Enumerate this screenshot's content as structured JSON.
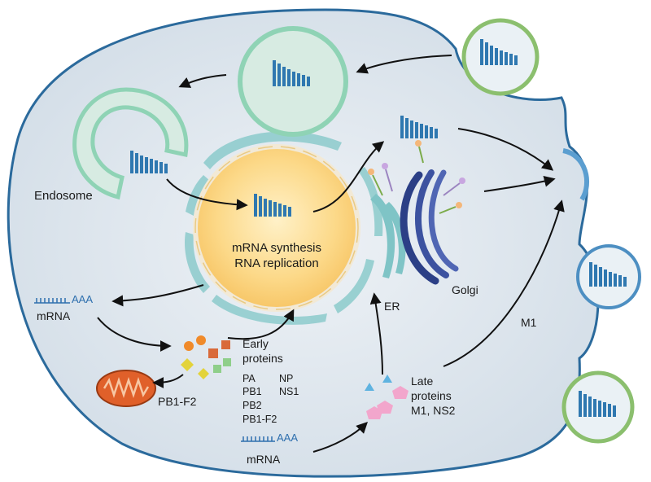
{
  "labels": {
    "endosome": "Endosome",
    "nucleus_line1": "mRNA synthesis",
    "nucleus_line2": "RNA replication",
    "er": "ER",
    "golgi": "Golgi",
    "mrna_left": "mRNA",
    "mrna_bottom": "mRNA",
    "poly_a_left": "AAA",
    "poly_a_bottom": "AAA",
    "early_proteins_line1": "Early",
    "early_proteins_line2": "proteins",
    "early_list": [
      "PA",
      "NP",
      "PB1",
      "NS1",
      "PB2",
      "PB1-F2"
    ],
    "pb1f2_mito": "PB1-F2",
    "late_proteins_line1": "Late",
    "late_proteins_line2": "proteins",
    "late_proteins_line3": "M1, NS2",
    "m1": "M1"
  },
  "colors": {
    "cell_fill": "#dfe7ee",
    "cell_stroke": "#2b6a9c",
    "nucleus": "#fbd27a",
    "rnp": "#2f78b0",
    "endosome_ring": "#8fd3b5",
    "golgi": "#2b3f86",
    "er": "#7fc4c6",
    "mitochondrion": "#e0602a"
  }
}
